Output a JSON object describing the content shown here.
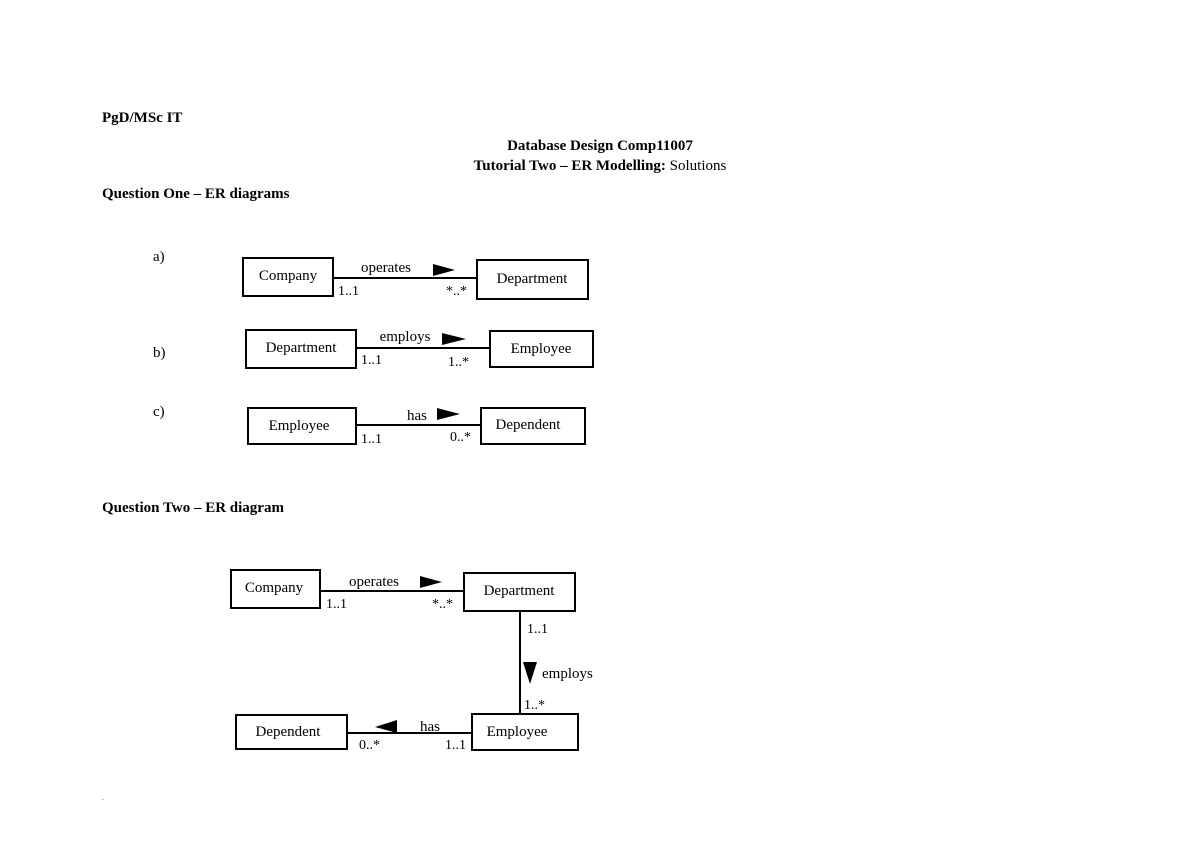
{
  "header": {
    "course": "PgD/MSc IT",
    "title": "Database Design Comp11007",
    "subtitle_bold": "Tutorial Two – ER Modelling:",
    "subtitle_rest": "Solutions"
  },
  "question_one": {
    "heading": "Question One – ER diagrams",
    "parts": [
      {
        "label": "a)",
        "left": "Company",
        "relationship": "operates",
        "right": "Department",
        "left_mult": "1..1",
        "right_mult": "*..*"
      },
      {
        "label": "b)",
        "left": "Department",
        "relationship": "employs",
        "right": "Employee",
        "left_mult": "1..1",
        "right_mult": "1..*"
      },
      {
        "label": "c)",
        "left": "Employee",
        "relationship": "has",
        "right": "Dependent",
        "left_mult": "1..1",
        "right_mult": "0..*"
      }
    ]
  },
  "question_two": {
    "heading": "Question Two – ER diagram",
    "entities": {
      "company": "Company",
      "department": "Department",
      "employee": "Employee",
      "dependent": "Dependent"
    },
    "relationships": {
      "operates": {
        "label": "operates",
        "left_mult": "1..1",
        "right_mult": "*..*"
      },
      "employs": {
        "label": "employs",
        "top_mult": "1..1",
        "bottom_mult": "1..*"
      },
      "has": {
        "label": "has",
        "left_mult": "0..*",
        "right_mult": "1..1"
      }
    }
  },
  "footer": {
    "mark": "."
  }
}
